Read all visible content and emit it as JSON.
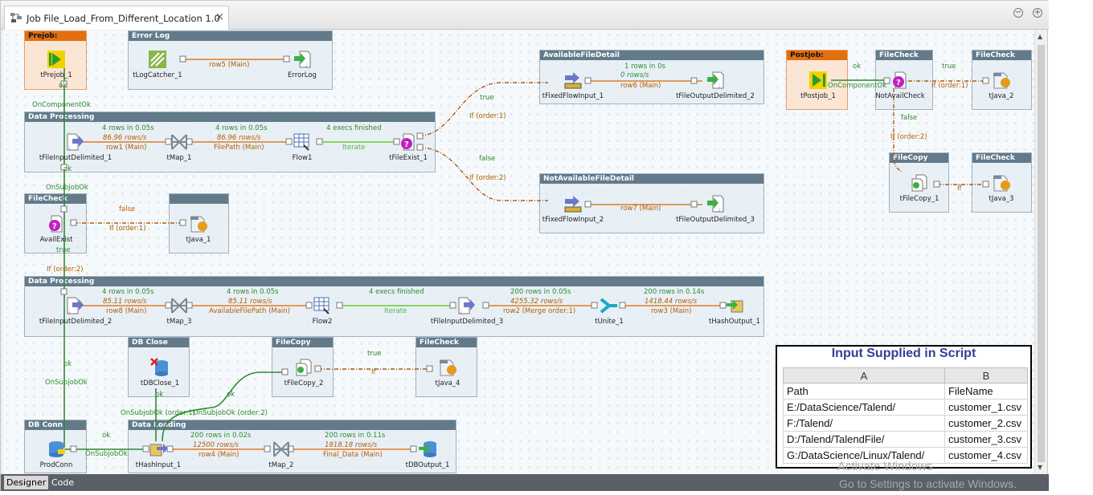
{
  "window": {
    "tab_title": "Job File_Load_From_Different_Location 1.0",
    "minimize_symbol": "−",
    "maximize_symbol": "+"
  },
  "bottom_tabs": [
    "Designer",
    "Code"
  ],
  "subjobs": {
    "prejob": "Prejob:",
    "error_log": "Error Log",
    "available_detail": "AvailableFileDetail",
    "postjob": "Postjob:",
    "filecheck_a": "FileCheck",
    "filecheck_b": "FileCheck",
    "data_processing_1": "Data Processing",
    "filecopy_top": "FileCopy",
    "filecheck_c": "FileCheck",
    "not_available_detail": "NotAvailableFileDetail",
    "filecheck_left": "FileCheck",
    "blank_subjob": "",
    "data_processing_2": "Data Processing",
    "db_close": "DB Close",
    "filecopy_mid": "FileCopy",
    "filecheck_mid": "FileCheck",
    "db_conn": "DB Conn",
    "data_loading": "Data Loading"
  },
  "components": {
    "tPrejob_1": "tPrejob_1",
    "tLogCatcher_1": "tLogCatcher_1",
    "ErrorLog": "ErrorLog",
    "tFixedFlowInput_1": "tFixedFlowInput_1",
    "tFileOutputDelimited_2": "tFileOutputDelimited_2",
    "tPostjob_1": "tPostjob_1",
    "NotAvailCheck": "NotAvailCheck",
    "tJava_2": "tJava_2",
    "tFileInputDelimited_1": "tFileInputDelimited_1",
    "tMap_1": "tMap_1",
    "Flow1": "Flow1",
    "tFileExist_1": "tFileExist_1",
    "tFileCopy_1": "tFileCopy_1",
    "tJava_3": "tJava_3",
    "tFixedFlowInput_2": "tFixedFlowInput_2",
    "tFileOutputDelimited_3": "tFileOutputDelimited_3",
    "AvailExist": "AvailExist",
    "tJava_1": "tJava_1",
    "tFileInputDelimited_2": "tFileInputDelimited_2",
    "tMap_3": "tMap_3",
    "Flow2": "Flow2",
    "tFileInputDelimited_3": "tFileInputDelimited_3",
    "tUnite_1": "tUnite_1",
    "tHashOutput_1": "tHashOutput_1",
    "tDBClose_1": "tDBClose_1",
    "tFileCopy_2": "tFileCopy_2",
    "tJava_4": "tJava_4",
    "ProdConn": "ProdConn",
    "tHashInput_1": "tHashInput_1",
    "tMap_2": "tMap_2",
    "tDBOutput_1": "tDBOutput_1"
  },
  "links": {
    "row5": "row5 (Main)",
    "l_ok_prejob": "ok",
    "l_oncomponentok": "OnComponentOk",
    "avail_stat1": "1 rows in 0s",
    "avail_stat2": "0 rows/s",
    "row6": "row6 (Main)",
    "post_ok": "ok",
    "post_oncomp": "OnComponentOk",
    "true_top": "true",
    "if_order1_top": "If (order:1)",
    "false_top": "false",
    "if_order2_top": "If (order:2)",
    "if_filecopy": "If",
    "dp1_stat1a": "4 rows in 0.05s",
    "dp1_stat1b": "86.96 rows/s",
    "row1": "row1 (Main)",
    "dp1_stat2a": "4 rows in 0.05s",
    "dp1_stat2b": "86.96 rows/s",
    "filepath": "FilePath (Main)",
    "dp1_execs": "4 execs finished",
    "dp1_iterate": "Iterate",
    "true_mid": "true",
    "if1_mid": "If (order:1)",
    "false_mid": "false",
    "if2_mid": "If (order:2)",
    "ok_dp1": "ok",
    "onsubjobok_1": "OnSubjobOk",
    "row7": "row7 (Main)",
    "false_left": "false",
    "if1_left": "If (order:1)",
    "true_left": "true",
    "if2_left": "If (order:2)",
    "dp2_stat1a": "4 rows in 0.05s",
    "dp2_stat1b": "85.11 rows/s",
    "row8": "row8 (Main)",
    "dp2_stat2a": "4 rows in 0.05s",
    "dp2_stat2b": "85.11 rows/s",
    "availablefilepath": "AvailableFilePath (Main)",
    "dp2_execs": "4 execs finished",
    "dp2_iterate": "Iterate",
    "dp2_stat3a": "200 rows in 0.05s",
    "dp2_stat3b": "4255.32 rows/s",
    "row2": "row2 (Merge order:1)",
    "dp2_stat4a": "200 rows in 0.14s",
    "dp2_stat4b": "1418.44 rows/s",
    "row3": "row3 (Main)",
    "ok_dp2": "ok",
    "onsubjobok_2": "OnSubjobOk",
    "ok_close": "ok",
    "ok_copy": "ok",
    "true_copy": "true",
    "if_copy": "If",
    "onsubjobok_order1": "OnSubjobOk (order:1)",
    "onsubjobok_order2": "OnSubjobOk (order:2)",
    "ok_conn": "ok",
    "onsubjobok_conn": "OnSubjobOk",
    "dl_stat1a": "200 rows in 0.02s",
    "dl_stat1b": "12500 rows/s",
    "row4": "row4 (Main)",
    "dl_stat2a": "200 rows in 0.11s",
    "dl_stat2b": "1818.18 rows/s",
    "final_data": "Final_Data (Main)"
  },
  "excel": {
    "title": "Input Supplied in Script",
    "col_a": "A",
    "col_b": "B",
    "rows": [
      [
        "Path",
        "FileName"
      ],
      [
        "E:/DataScience/Talend/",
        "customer_1.csv"
      ],
      [
        "F:/Talend/",
        "customer_2.csv"
      ],
      [
        "D:/Talend/TalendFile/",
        "customer_3.csv"
      ],
      [
        "G:/DataScience/Linux/Talend/",
        "customer_4.csv"
      ]
    ]
  },
  "watermark": {
    "line1": "Activate Windows",
    "line2": "Go to Settings to activate Windows."
  },
  "colors": {
    "subjob_header": "#637a8b",
    "prejob_header": "#e36f11",
    "main_link": "#e07a22",
    "trigger_link": "#2e8b2e",
    "iterate_link": "#8ad45a",
    "if_link": "#b05a12"
  }
}
